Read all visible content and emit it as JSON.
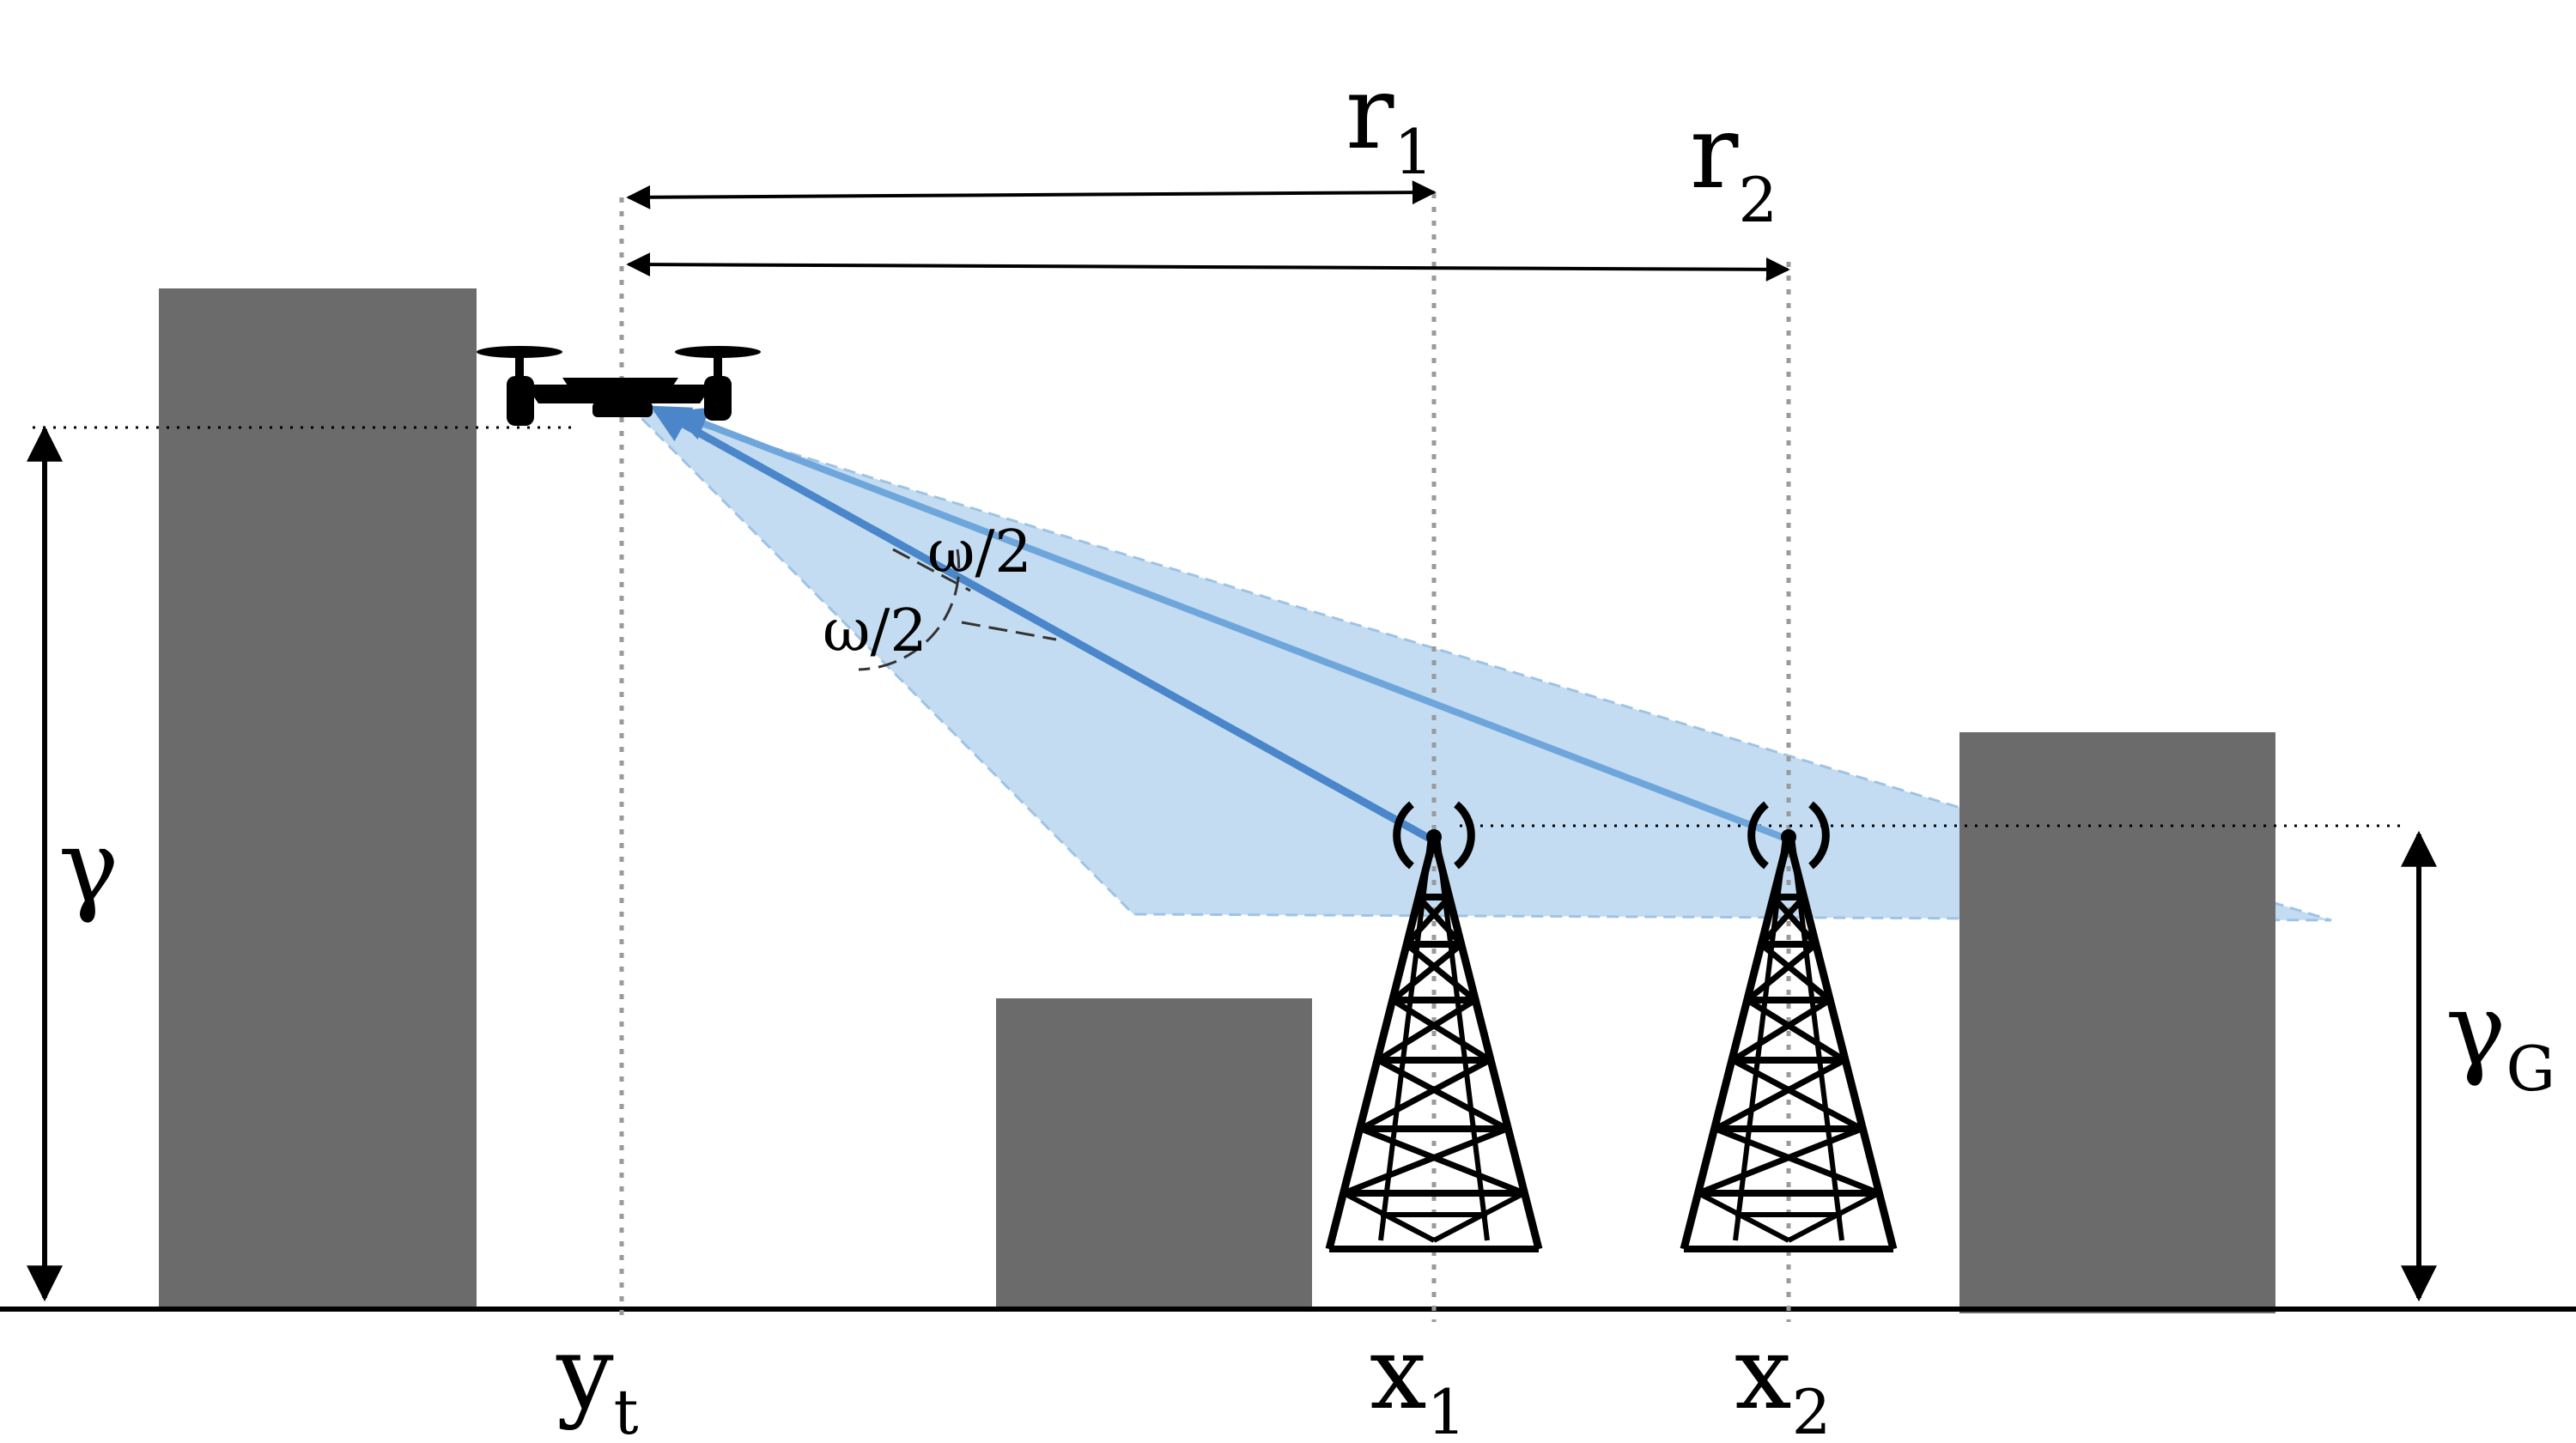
{
  "labels": {
    "r1": {
      "main": "r",
      "sub": "1"
    },
    "r2": {
      "main": "r",
      "sub": "2"
    },
    "gamma": {
      "main": "γ"
    },
    "gamma_g": {
      "main": "γ",
      "sub": "G"
    },
    "y_t": {
      "main": "y",
      "sub": "t"
    },
    "x1": {
      "main": "x",
      "sub": "1"
    },
    "x2": {
      "main": "x",
      "sub": "2"
    },
    "omega_upper": "ω/2",
    "omega_lower": "ω/2"
  },
  "colors": {
    "building": "#6b6b6b",
    "beam_fill": "#b9d6ef",
    "beam_edge": "#9fc3e6",
    "ray_main": "#4a86c9",
    "ray_secondary": "#6ea6dc",
    "ground": "#000000",
    "guide": "#9a9a9a"
  },
  "icons": {
    "uav": "drone-icon",
    "tower1": "radio-tower-icon",
    "tower2": "radio-tower-icon"
  }
}
